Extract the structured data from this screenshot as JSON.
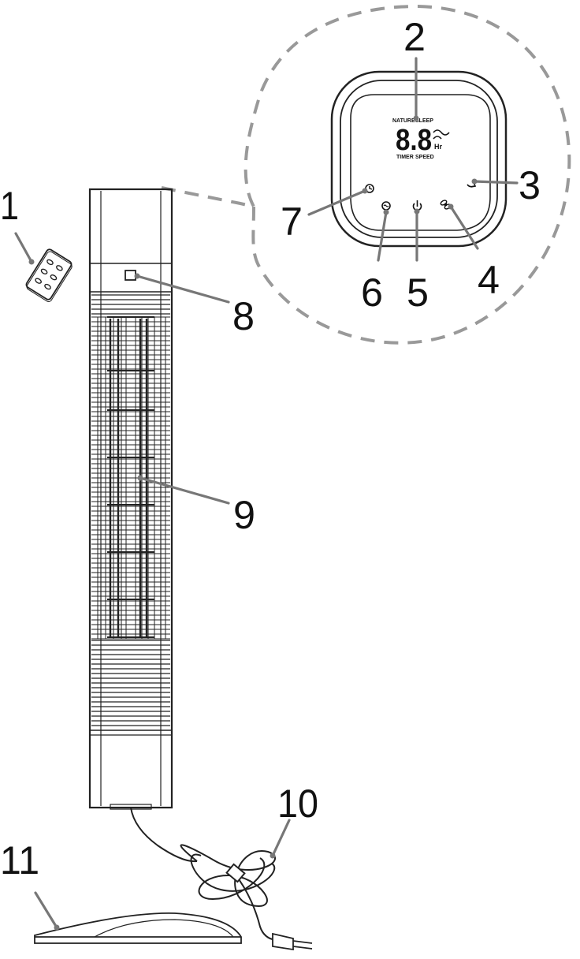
{
  "callouts": {
    "c1": "1",
    "c2": "2",
    "c3": "3",
    "c4": "4",
    "c5": "5",
    "c6": "6",
    "c7": "7",
    "c8": "8",
    "c9": "9",
    "c10": "10",
    "c11": "11"
  },
  "display": {
    "top_left": "NATURE",
    "top_right": "SLEEP",
    "digits": "8.8",
    "unit": "Hr",
    "bottom_left": "TIMER",
    "bottom_right": "SPEED"
  },
  "icons": {
    "timer": "clock-icon",
    "mode": "wave-icon",
    "power": "power-icon",
    "speed": "fan-icon",
    "oscillation": "swing-icon",
    "natural_wind": "wind-icon"
  },
  "colors": {
    "line": "#222222",
    "leader": "#777777",
    "dashed": "#999999"
  }
}
